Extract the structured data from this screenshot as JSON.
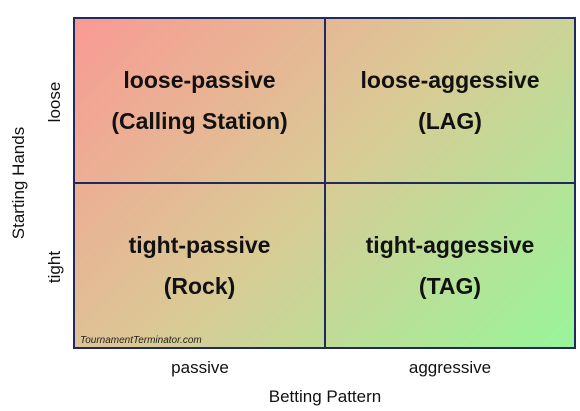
{
  "quadrants": {
    "top_left": {
      "line1": "loose-passive",
      "line2": "(Calling Station)"
    },
    "top_right": {
      "line1": "loose-aggessive",
      "line2": "(LAG)"
    },
    "bottom_left": {
      "line1": "tight-passive",
      "line2": "(Rock)"
    },
    "bottom_right": {
      "line1": "tight-aggessive",
      "line2": "(TAG)"
    }
  },
  "x_axis": {
    "label": "Betting Pattern",
    "ticks": [
      "passive",
      "aggressive"
    ]
  },
  "y_axis": {
    "label": "Starting Hands",
    "ticks": [
      "loose",
      "tight"
    ]
  },
  "watermark": "TournamentTerminator.com",
  "colors": {
    "top_left": "#f99a94",
    "center": "#d9cb95",
    "bottom_right": "#98f59a",
    "border": "#1f2a5e"
  }
}
